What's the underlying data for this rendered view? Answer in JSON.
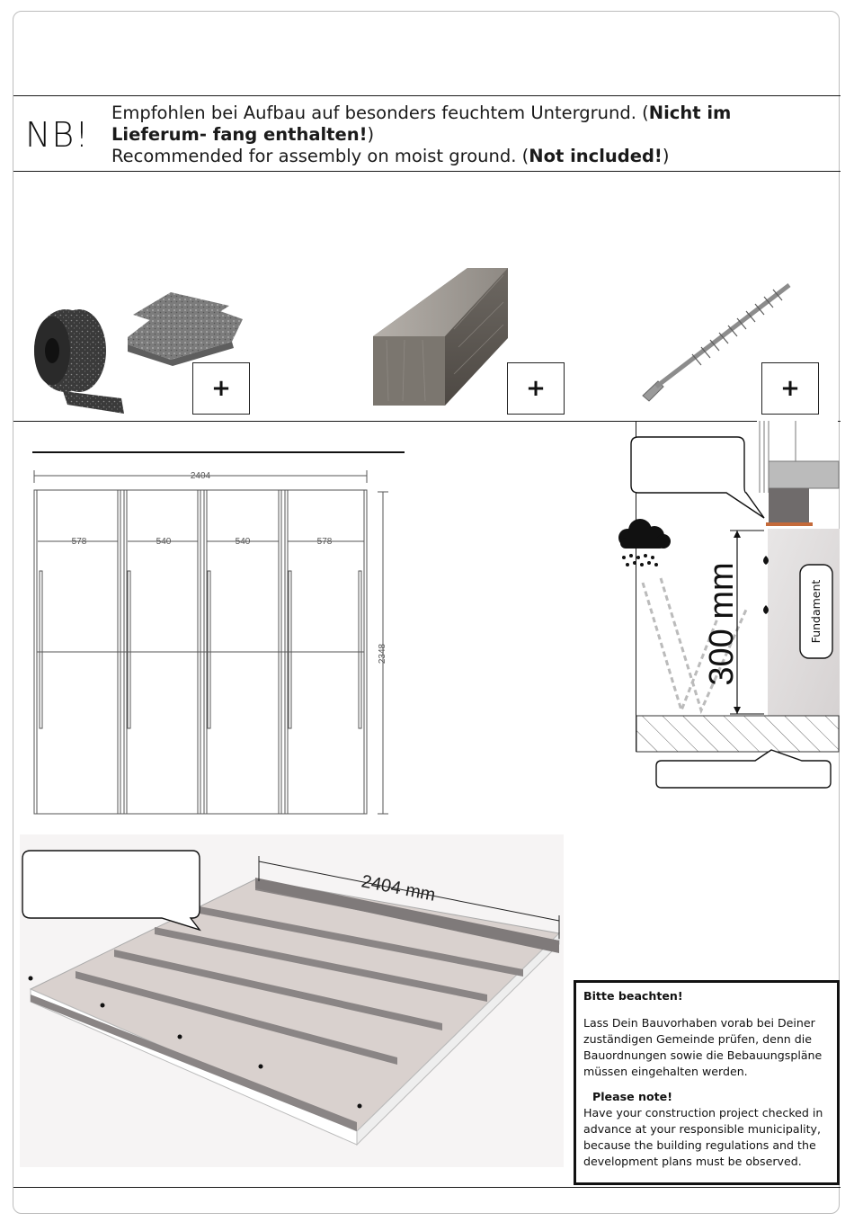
{
  "nb": "NB!",
  "note": {
    "de_text": "Empfohlen bei Aufbau auf besonders feuchtem Untergrund. (",
    "de_bold": "Nicht im Lieferum- fang enthalten!",
    "de_close": ")",
    "en_text": "Recommended for assembly on moist ground. (",
    "en_bold": "Not included!",
    "en_close": ")"
  },
  "products": {
    "plus1": "+",
    "plus2": "+",
    "plus3": "+"
  },
  "drawing": {
    "width": "2404",
    "height": "2348",
    "segments": [
      "578",
      "540",
      "540",
      "578"
    ]
  },
  "side_detail": {
    "height_label": "300 mm",
    "foundation_label": "Fundament"
  },
  "iso_drawing": {
    "width_label": "2404 mm"
  },
  "notice": {
    "de_title": "Bitte beachten!",
    "de_body": "Lass Dein Bauvorhaben vorab bei Deiner zuständigen Gemeinde prüfen, denn die Bauordnungen sowie die Bebauungspläne müssen eingehalten werden.",
    "en_title": "Please note!",
    "en_body": "Have your construction project checked in advance at your responsible municipality, because the building regulations and the development plans must be observed."
  },
  "colors": {
    "line": "#1a1a1a",
    "beam": "#8a8585",
    "board": "#d9d1ce",
    "rubber": "#3a3a3a"
  }
}
